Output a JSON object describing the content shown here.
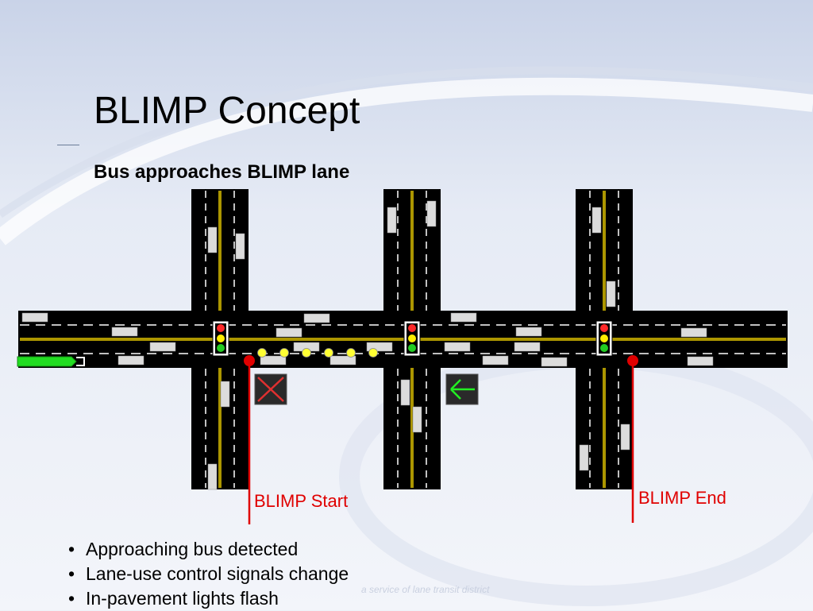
{
  "slide": {
    "title": "BLIMP Concept",
    "subtitle": "Bus approaches BLIMP lane",
    "start_label": "BLIMP Start",
    "end_label": "BLIMP End",
    "bullets": [
      "Approaching bus detected",
      "Lane-use control signals change",
      "In-pavement lights flash"
    ],
    "watermark": "a service of lane transit district"
  },
  "colors": {
    "road": "#000000",
    "lane_marking": "#ffffff",
    "center_line": "#e6c800",
    "vehicle": "#dcdcdc",
    "bus": "#22dd22",
    "marker": "#e00000",
    "pavement_light": "#ffff33",
    "signal_red": "#ff2a2a",
    "signal_yellow": "#ffee00",
    "signal_green": "#22cc22",
    "lcs_x": "#e03030",
    "lcs_arrow": "#22ee22"
  },
  "diagram": {
    "traffic_lights": 3,
    "in_pavement_lights": 6,
    "lane_use_signals": [
      "red-x",
      "green-arrow"
    ]
  }
}
